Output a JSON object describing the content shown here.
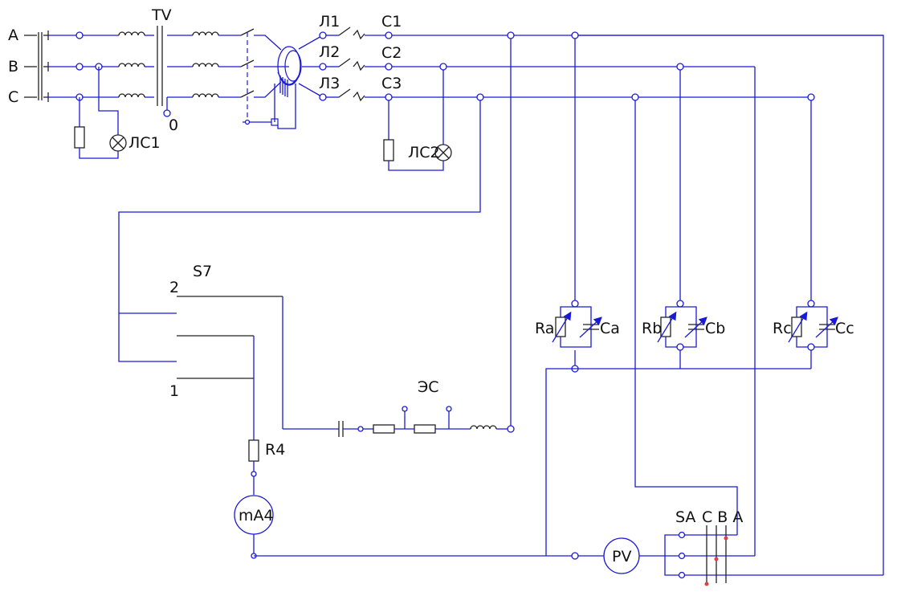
{
  "labels": {
    "phase_a": "A",
    "phase_b": "B",
    "phase_c": "C",
    "transformer": "TV",
    "neutral": "0",
    "lamp_1": "ЛС1",
    "lamp_2": "ЛС2",
    "line_1": "Л1",
    "line_2": "Л2",
    "line_3": "Л3",
    "out_1": "С1",
    "out_2": "С2",
    "out_3": "С3",
    "switch": "S7",
    "switch_pos_2": "2",
    "switch_pos_1": "1",
    "resistor_r4": "R4",
    "milliammeter": "mA4",
    "es": "ЭС",
    "ra": "Ra",
    "ca": "Ca",
    "rb": "Rb",
    "cb": "Cb",
    "rc": "Rc",
    "cc": "Cc",
    "voltmeter": "PV",
    "selector": "SA",
    "selector_phases": "С В А"
  }
}
